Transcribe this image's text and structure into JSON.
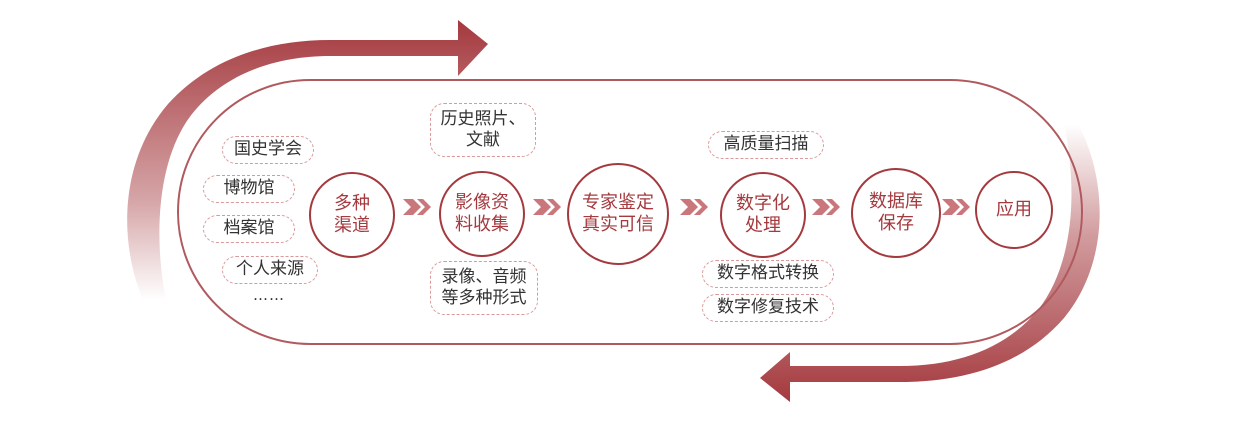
{
  "sources": [
    "国史学会",
    "博物馆",
    "档案馆",
    "个人来源",
    "……"
  ],
  "nodes": [
    {
      "line1": "多种",
      "line2": "渠道"
    },
    {
      "line1": "影像资",
      "line2": "料收集"
    },
    {
      "line1": "专家鉴定",
      "line2": "真实可信"
    },
    {
      "line1": "数字化",
      "line2": "处理"
    },
    {
      "line1": "数据库",
      "line2": "保存"
    },
    {
      "line1": "应用",
      "line2": ""
    }
  ],
  "collection_forms": {
    "top": {
      "line1": "历史照片、",
      "line2": "文献"
    },
    "bottom": {
      "line1": "录像、音频",
      "line2": "等多种形式"
    }
  },
  "digitization_methods": [
    "高质量扫描",
    "数字格式转换",
    "数字修复技术"
  ],
  "colors": {
    "accent": "#a4393e",
    "dashed": "#d9999b",
    "chevron": "#c9777b"
  }
}
